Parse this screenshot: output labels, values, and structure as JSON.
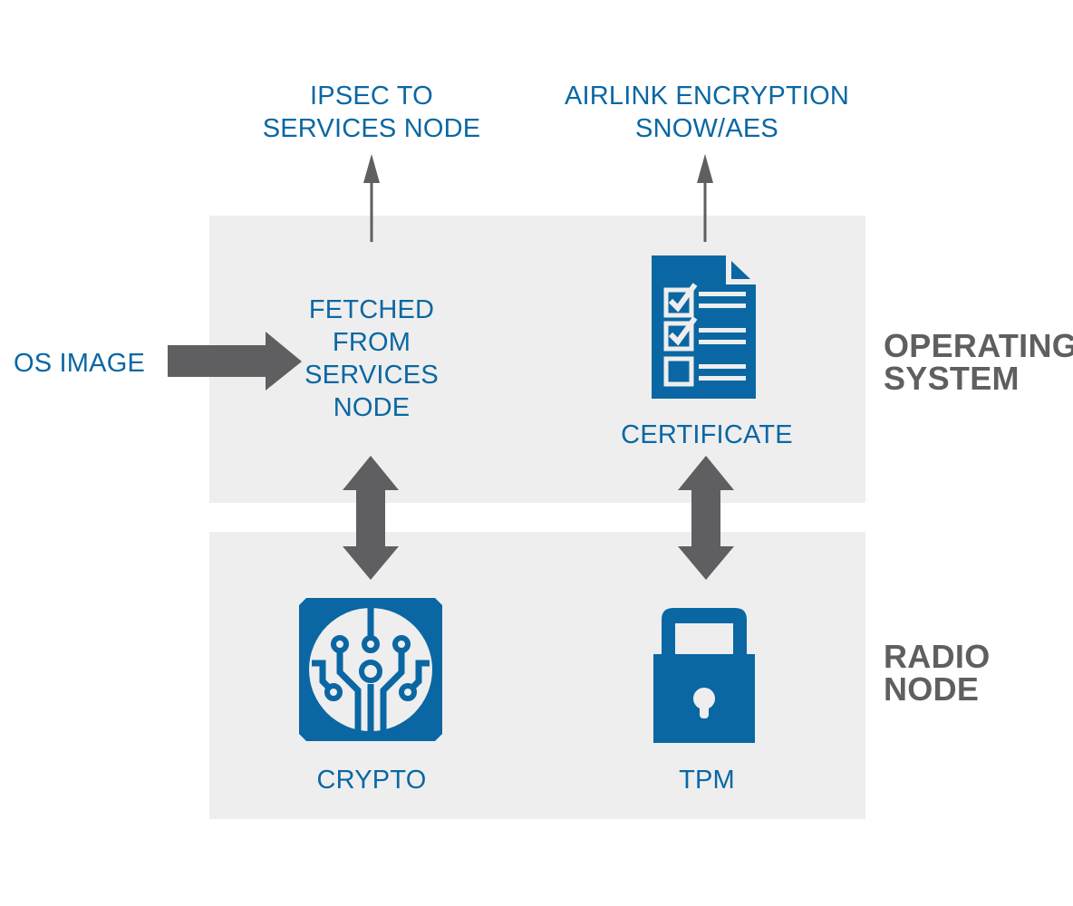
{
  "colors": {
    "accent_blue": "#0a67a3",
    "arrow_gray": "#5f5f61",
    "panel_gray": "#eeeeee",
    "side_label_gray": "#5f5f61"
  },
  "top_labels": {
    "ipsec": "IPSEC TO\nSERVICES NODE",
    "airlink": "AIRLINK ENCRYPTION\nSNOW/AES"
  },
  "input": {
    "os_image": "OS IMAGE"
  },
  "os_layer": {
    "side_label": "OPERATING\nSYSTEM",
    "fetched": "FETCHED\nFROM\nSERVICES\nNODE",
    "certificate": {
      "label": "CERTIFICATE",
      "icon": "certificate-checklist-icon"
    }
  },
  "radio_layer": {
    "side_label": "RADIO\nNODE",
    "crypto": {
      "label": "CRYPTO",
      "icon": "circuit-chip-icon"
    },
    "tpm": {
      "label": "TPM",
      "icon": "padlock-icon"
    }
  }
}
